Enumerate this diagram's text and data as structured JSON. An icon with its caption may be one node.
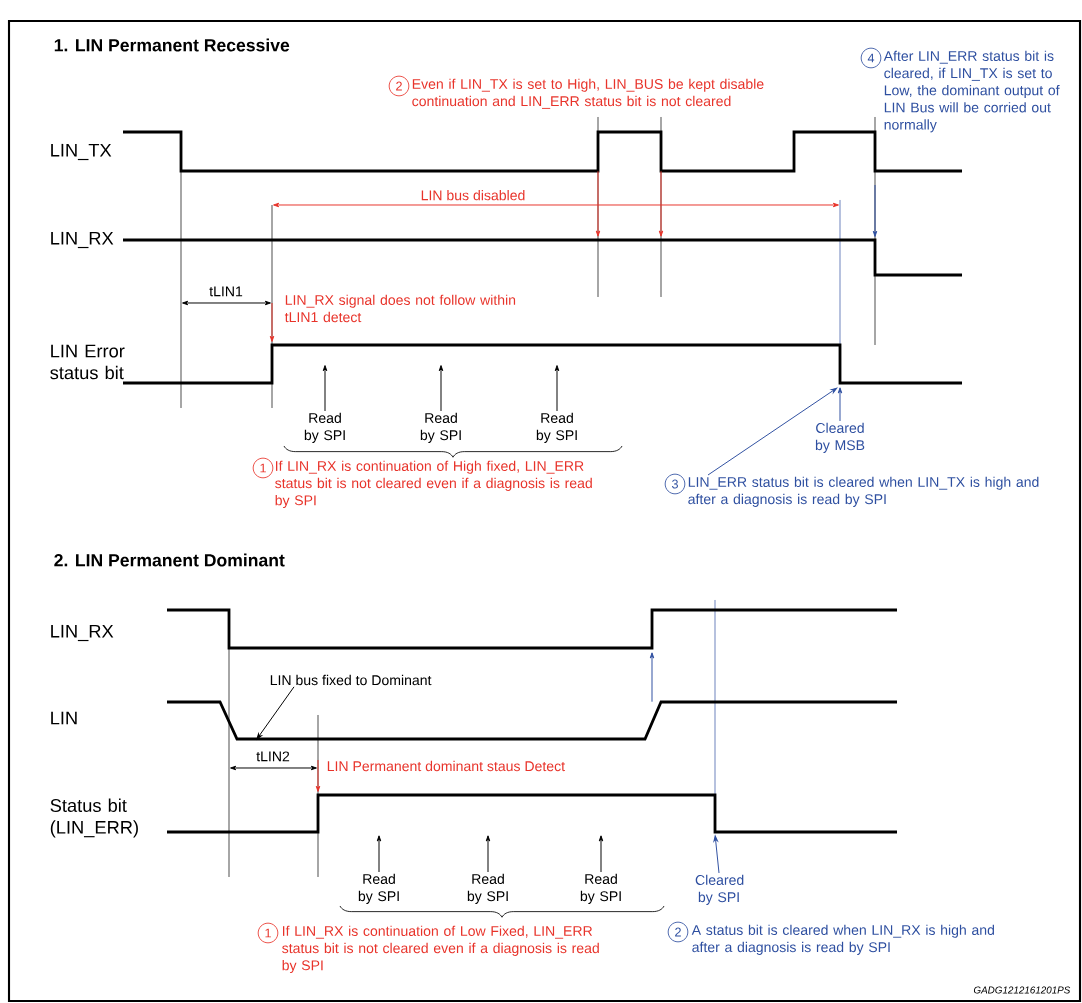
{
  "diagram": {
    "nodes": [
      {
        "text": [
          "Read by SPI"
        ]
      },
      {
        "text": [
          "Read by SPI"
        ]
      },
      {
        "text": [
          "Read by SPI"
        ]
      },
      {
        "text": [
          "Cleared by MSB"
        ]
      },
      {
        "text": [
          "LIN_ERR status bit is cleared when LIN_TX is high and after a diagnosis is read by SPI"
        ],
        "beside": [
          "3"
        ]
      },
      {
        "text": [
          "LIN bus fixed to Dominant"
        ]
      },
      {
        "text": [
          "Read by SPI"
        ]
      },
      {
        "text": [
          "Read by SPI"
        ]
      },
      {
        "text": [
          "Read by SPI"
        ]
      },
      {
        "text": [
          "Cleared by SPI"
        ]
      },
      {
        "text": [],
        "shape": "line",
        "beside": [
          "LIN_TX"
        ]
      },
      {
        "text": [],
        "shape": "line",
        "beside": [
          "LIN_RX"
        ]
      },
      {
        "text": [],
        "shape": "line",
        "beside": [
          "LIN Error status bit"
        ]
      },
      {
        "text": [],
        "shape": "line",
        "beside": [
          "LIN_RX"
        ]
      },
      {
        "text": [],
        "shape": "line"
      },
      {
        "text": [],
        "shape": "line",
        "beside": [
          "Status bit (LIN_ERR)"
        ]
      }
    ],
    "edges": [
      {
        "from": 0,
        "to": 12,
        "arrow": "to"
      },
      {
        "from": 1,
        "to": 12,
        "arrow": "to"
      },
      {
        "from": 2,
        "to": 12,
        "arrow": "to"
      },
      {
        "from": 3,
        "to": 12,
        "arrow": "to",
        "color": "#2e4fa0"
      },
      {
        "from": 4,
        "to": 12,
        "arrow": "to",
        "color": "#2e4fa0"
      },
      {
        "from": 5,
        "to": 14,
        "arrow": "to"
      },
      {
        "from": 6,
        "to": 15,
        "arrow": "to"
      },
      {
        "from": 7,
        "to": 15,
        "arrow": "to"
      },
      {
        "from": 8,
        "to": 15,
        "arrow": "to"
      },
      {
        "from": 9,
        "to": 15,
        "arrow": "to",
        "color": "#2e4fa0"
      },
      {
        "from": 10,
        "to": 11,
        "arrow": "to",
        "color": "#e8332a"
      },
      {
        "from": 10,
        "to": 11,
        "arrow": "to",
        "color": "#e8332a"
      },
      {
        "from": 14,
        "to": 13,
        "arrow": "to",
        "color": "#2e4fa0"
      }
    ],
    "labels": [
      "1. LIN Permanent Recessive",
      "2",
      "Even if LIN_TX is set to High, LIN_BUS be kept disable continuation and LIN_ERR status bit is not cleared",
      "4",
      "After LIN_ERR status bit is cleared, if LIN_TX is set to Low, the dominant output of LIN Bus will be corried out normally",
      "LIN bus disabled",
      "tLIN1",
      "LIN_RX signal does not follow within tLIN1 detect",
      "1",
      "If LIN_RX is continuation of High fixed, LIN_ERR status bit is not cleared even if a diagnosis is read by SPI",
      "2. LIN Permanent Dominant",
      "LIN",
      "tLIN2",
      "LIN Permanent dominant staus Detect",
      "1",
      "If LIN_RX is continuation of Low Fixed, LIN_ERR status bit is not cleared even if a diagnosis is read by SPI",
      "2",
      "A status bit is cleared when LIN_RX is high and after a diagnosis is read by SPI",
      "GADG1212161201PS"
    ]
  }
}
